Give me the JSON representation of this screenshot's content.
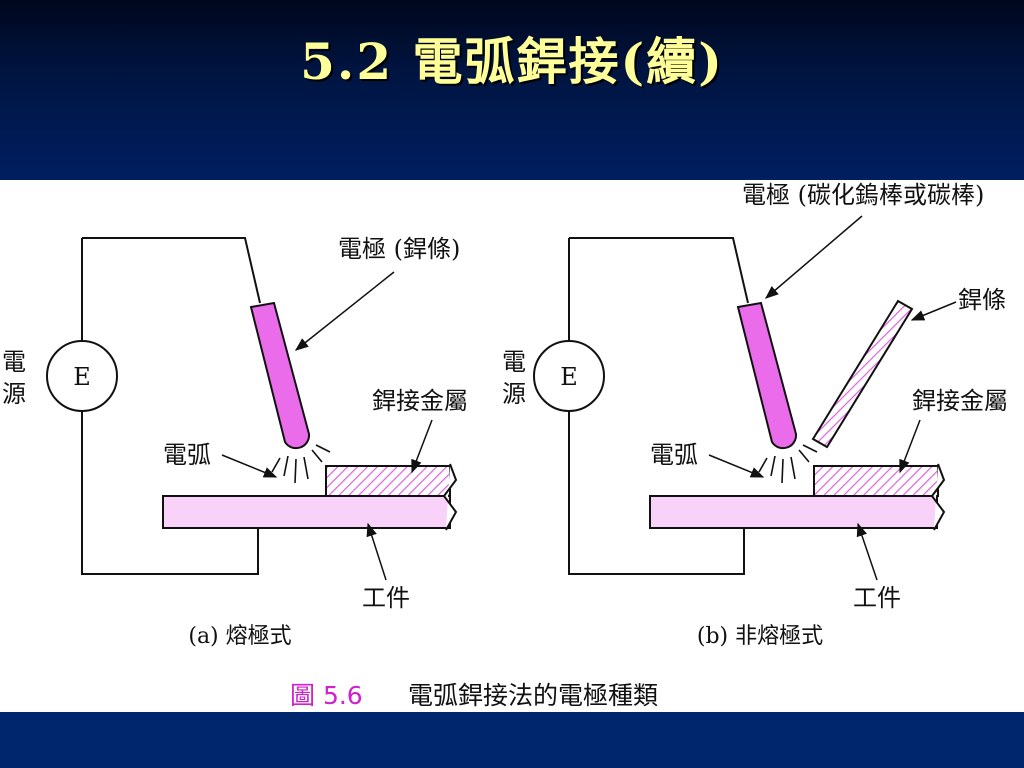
{
  "slide": {
    "title": "5.2 電弧銲接(續)"
  },
  "colors": {
    "electrode": "#ea6cea",
    "workpiece": "#f8d2f8",
    "hatch": "#e060e0",
    "title": "#ffff9a",
    "figure_number": "#d020d0"
  },
  "diagram_a": {
    "power_source_label": [
      "電",
      "源"
    ],
    "source_symbol": "E",
    "electrode_label": "電極 (銲條)",
    "arc_label": "電弧",
    "weld_metal_label": "銲接金屬",
    "workpiece_label": "工件",
    "caption": "(a) 熔極式"
  },
  "diagram_b": {
    "power_source_label": [
      "電",
      "源"
    ],
    "source_symbol": "E",
    "electrode_label": "電極 (碳化鎢棒或碳棒)",
    "filler_rod_label": "銲條",
    "arc_label": "電弧",
    "weld_metal_label": "銲接金屬",
    "workpiece_label": "工件",
    "caption": "(b) 非熔極式"
  },
  "figure_caption": {
    "figure_number": "圖 5.6",
    "text": "電弧銲接法的電極種類"
  }
}
